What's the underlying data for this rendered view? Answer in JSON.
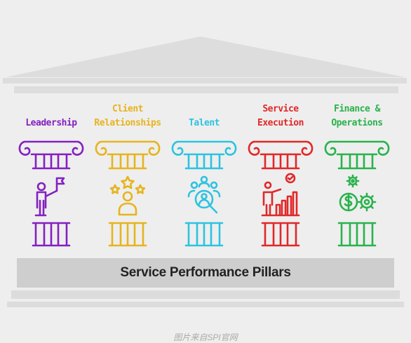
{
  "colors": {
    "background": "#eeeeee",
    "roof": "#dddddd",
    "base": "#cecece",
    "base_text": "#222222",
    "watermark": "#aaaaaa"
  },
  "pillars": [
    {
      "id": "leadership",
      "lines": [
        "",
        "Leadership"
      ],
      "color": "#8420c0",
      "icon": "person-with-flag-icon"
    },
    {
      "id": "client",
      "lines": [
        "Client",
        "Relationships"
      ],
      "color": "#e6b41e",
      "icon": "person-with-stars-icon"
    },
    {
      "id": "talent",
      "lines": [
        "",
        "Talent"
      ],
      "color": "#2cc3e0",
      "icon": "people-search-icon"
    },
    {
      "id": "service",
      "lines": [
        "Service",
        "Execution"
      ],
      "color": "#e12828",
      "icon": "growth-chart-icon"
    },
    {
      "id": "finance",
      "lines": [
        "Finance &",
        "Operations"
      ],
      "color": "#29b24c",
      "icon": "dollar-gears-icon"
    }
  ],
  "base": {
    "label": "Service Performance Pillars"
  },
  "watermark": "图片来自SPI官网"
}
